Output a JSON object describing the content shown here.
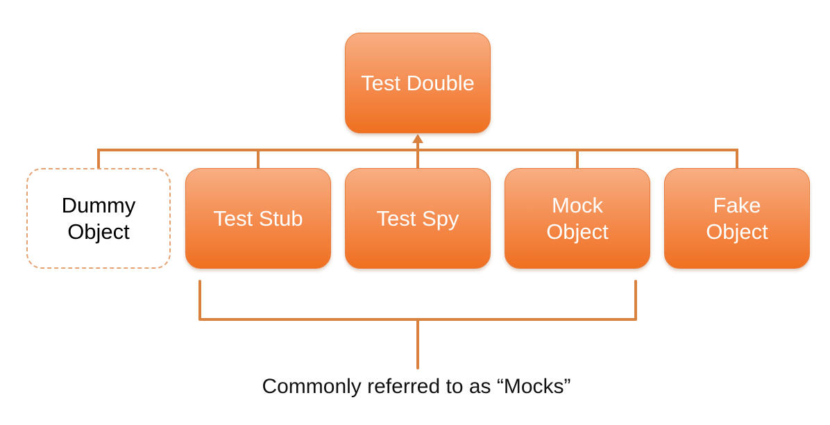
{
  "root": {
    "label": "Test Double"
  },
  "children": [
    {
      "label": "Dummy\nObject",
      "style": "outline"
    },
    {
      "label": "Test Stub",
      "style": "filled"
    },
    {
      "label": "Test Spy",
      "style": "filled"
    },
    {
      "label": "Mock\nObject",
      "style": "filled"
    },
    {
      "label": "Fake\nObject",
      "style": "filled"
    }
  ],
  "bracket_caption": "Commonly referred to as “Mocks”",
  "colors": {
    "box_fill_top": "#f8ae83",
    "box_fill_bottom": "#ef7020",
    "connector": "#d9823f",
    "dummy_border": "#e6a173",
    "caption_text": "#111111"
  }
}
